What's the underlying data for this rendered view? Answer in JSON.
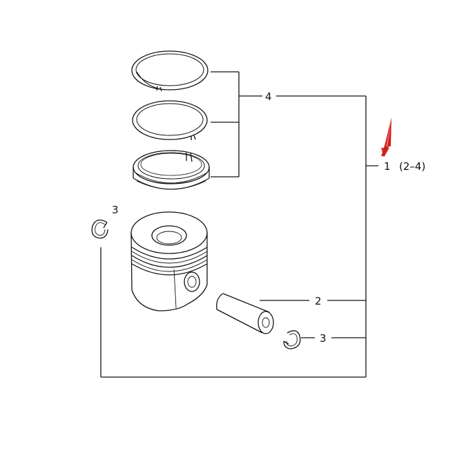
{
  "labels": {
    "rings": "4",
    "circlip_top": "3",
    "pin": "2",
    "circlip_bottom": "3",
    "assembly": "1",
    "assembly_range": "(2–4)"
  },
  "colors": {
    "line": "#111111",
    "arrow": "#e0312b"
  },
  "icons": {
    "arrow": "red-arrow-pointer"
  }
}
